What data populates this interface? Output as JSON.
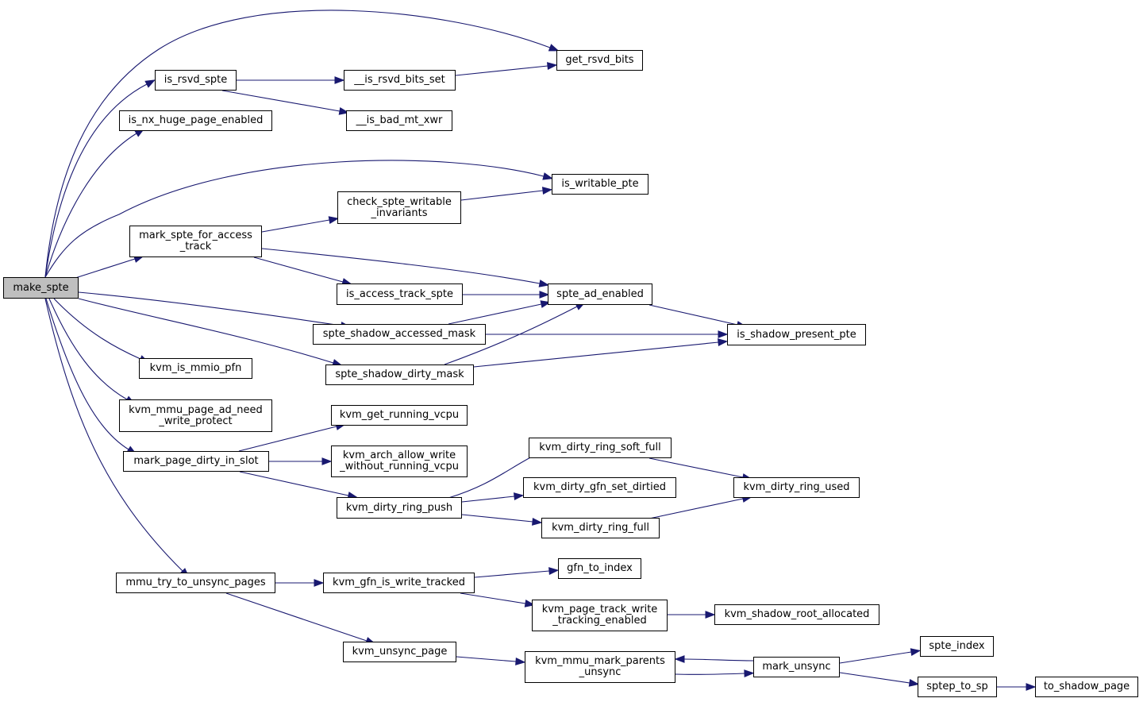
{
  "graph": {
    "root": "make_spte",
    "colors": {
      "edge": "#191970",
      "root_fill": "#bfbfbf",
      "node_fill": "#ffffff",
      "node_border": "#000000"
    },
    "nodes": {
      "make_spte": "make_spte",
      "is_rsvd_spte": "is_rsvd_spte",
      "is_rsvd_bits_set": "__is_rsvd_bits_set",
      "get_rsvd_bits": "get_rsvd_bits",
      "is_bad_mt_xwr": "__is_bad_mt_xwr",
      "is_nx_huge_page_enabled": "is_nx_huge_page_enabled",
      "is_writable_pte": "is_writable_pte",
      "check_spte_writable_invariants": "check_spte_writable\n_invariants",
      "mark_spte_for_access_track": "mark_spte_for_access\n_track",
      "is_access_track_spte": "is_access_track_spte",
      "spte_ad_enabled": "spte_ad_enabled",
      "spte_shadow_accessed_mask": "spte_shadow_accessed_mask",
      "is_shadow_present_pte": "is_shadow_present_pte",
      "spte_shadow_dirty_mask": "spte_shadow_dirty_mask",
      "kvm_is_mmio_pfn": "kvm_is_mmio_pfn",
      "kvm_mmu_page_ad_need_write_protect": "kvm_mmu_page_ad_need\n_write_protect",
      "kvm_get_running_vcpu": "kvm_get_running_vcpu",
      "mark_page_dirty_in_slot": "mark_page_dirty_in_slot",
      "kvm_arch_allow_write_without_running_vcpu": "kvm_arch_allow_write\n_without_running_vcpu",
      "kvm_dirty_ring_soft_full": "kvm_dirty_ring_soft_full",
      "kvm_dirty_gfn_set_dirtied": "kvm_dirty_gfn_set_dirtied",
      "kvm_dirty_ring_used": "kvm_dirty_ring_used",
      "kvm_dirty_ring_push": "kvm_dirty_ring_push",
      "kvm_dirty_ring_full": "kvm_dirty_ring_full",
      "gfn_to_index": "gfn_to_index",
      "mmu_try_to_unsync_pages": "mmu_try_to_unsync_pages",
      "kvm_gfn_is_write_tracked": "kvm_gfn_is_write_tracked",
      "kvm_page_track_write_tracking_enabled": "kvm_page_track_write\n_tracking_enabled",
      "kvm_shadow_root_allocated": "kvm_shadow_root_allocated",
      "kvm_unsync_page": "kvm_unsync_page",
      "kvm_mmu_mark_parents_unsync": "kvm_mmu_mark_parents\n_unsync",
      "mark_unsync": "mark_unsync",
      "spte_index": "spte_index",
      "sptep_to_sp": "sptep_to_sp",
      "to_shadow_page": "to_shadow_page"
    },
    "edges": [
      [
        "make_spte",
        "get_rsvd_bits"
      ],
      [
        "make_spte",
        "is_rsvd_spte"
      ],
      [
        "is_rsvd_spte",
        "is_rsvd_bits_set"
      ],
      [
        "is_rsvd_spte",
        "is_bad_mt_xwr"
      ],
      [
        "is_rsvd_bits_set",
        "get_rsvd_bits"
      ],
      [
        "make_spte",
        "is_nx_huge_page_enabled"
      ],
      [
        "make_spte",
        "is_writable_pte"
      ],
      [
        "make_spte",
        "mark_spte_for_access_track"
      ],
      [
        "mark_spte_for_access_track",
        "check_spte_writable_invariants"
      ],
      [
        "check_spte_writable_invariants",
        "is_writable_pte"
      ],
      [
        "mark_spte_for_access_track",
        "spte_ad_enabled"
      ],
      [
        "mark_spte_for_access_track",
        "is_access_track_spte"
      ],
      [
        "is_access_track_spte",
        "spte_ad_enabled"
      ],
      [
        "spte_ad_enabled",
        "is_shadow_present_pte"
      ],
      [
        "make_spte",
        "spte_shadow_accessed_mask"
      ],
      [
        "spte_shadow_accessed_mask",
        "spte_ad_enabled"
      ],
      [
        "spte_shadow_accessed_mask",
        "is_shadow_present_pte"
      ],
      [
        "make_spte",
        "spte_shadow_dirty_mask"
      ],
      [
        "spte_shadow_dirty_mask",
        "spte_ad_enabled"
      ],
      [
        "spte_shadow_dirty_mask",
        "is_shadow_present_pte"
      ],
      [
        "make_spte",
        "kvm_is_mmio_pfn"
      ],
      [
        "make_spte",
        "kvm_mmu_page_ad_need_write_protect"
      ],
      [
        "make_spte",
        "mark_page_dirty_in_slot"
      ],
      [
        "mark_page_dirty_in_slot",
        "kvm_get_running_vcpu"
      ],
      [
        "mark_page_dirty_in_slot",
        "kvm_arch_allow_write_without_running_vcpu"
      ],
      [
        "mark_page_dirty_in_slot",
        "kvm_dirty_ring_push"
      ],
      [
        "kvm_dirty_ring_push",
        "kvm_dirty_ring_soft_full"
      ],
      [
        "kvm_dirty_ring_push",
        "kvm_dirty_gfn_set_dirtied"
      ],
      [
        "kvm_dirty_ring_push",
        "kvm_dirty_ring_full"
      ],
      [
        "kvm_dirty_ring_soft_full",
        "kvm_dirty_ring_used"
      ],
      [
        "kvm_dirty_ring_full",
        "kvm_dirty_ring_used"
      ],
      [
        "make_spte",
        "mmu_try_to_unsync_pages"
      ],
      [
        "mmu_try_to_unsync_pages",
        "kvm_gfn_is_write_tracked"
      ],
      [
        "kvm_gfn_is_write_tracked",
        "gfn_to_index"
      ],
      [
        "kvm_gfn_is_write_tracked",
        "kvm_page_track_write_tracking_enabled"
      ],
      [
        "kvm_page_track_write_tracking_enabled",
        "kvm_shadow_root_allocated"
      ],
      [
        "mmu_try_to_unsync_pages",
        "kvm_unsync_page"
      ],
      [
        "kvm_unsync_page",
        "kvm_mmu_mark_parents_unsync"
      ],
      [
        "kvm_mmu_mark_parents_unsync",
        "mark_unsync"
      ],
      [
        "mark_unsync",
        "kvm_mmu_mark_parents_unsync"
      ],
      [
        "mark_unsync",
        "spte_index"
      ],
      [
        "mark_unsync",
        "sptep_to_sp"
      ],
      [
        "sptep_to_sp",
        "to_shadow_page"
      ]
    ]
  }
}
